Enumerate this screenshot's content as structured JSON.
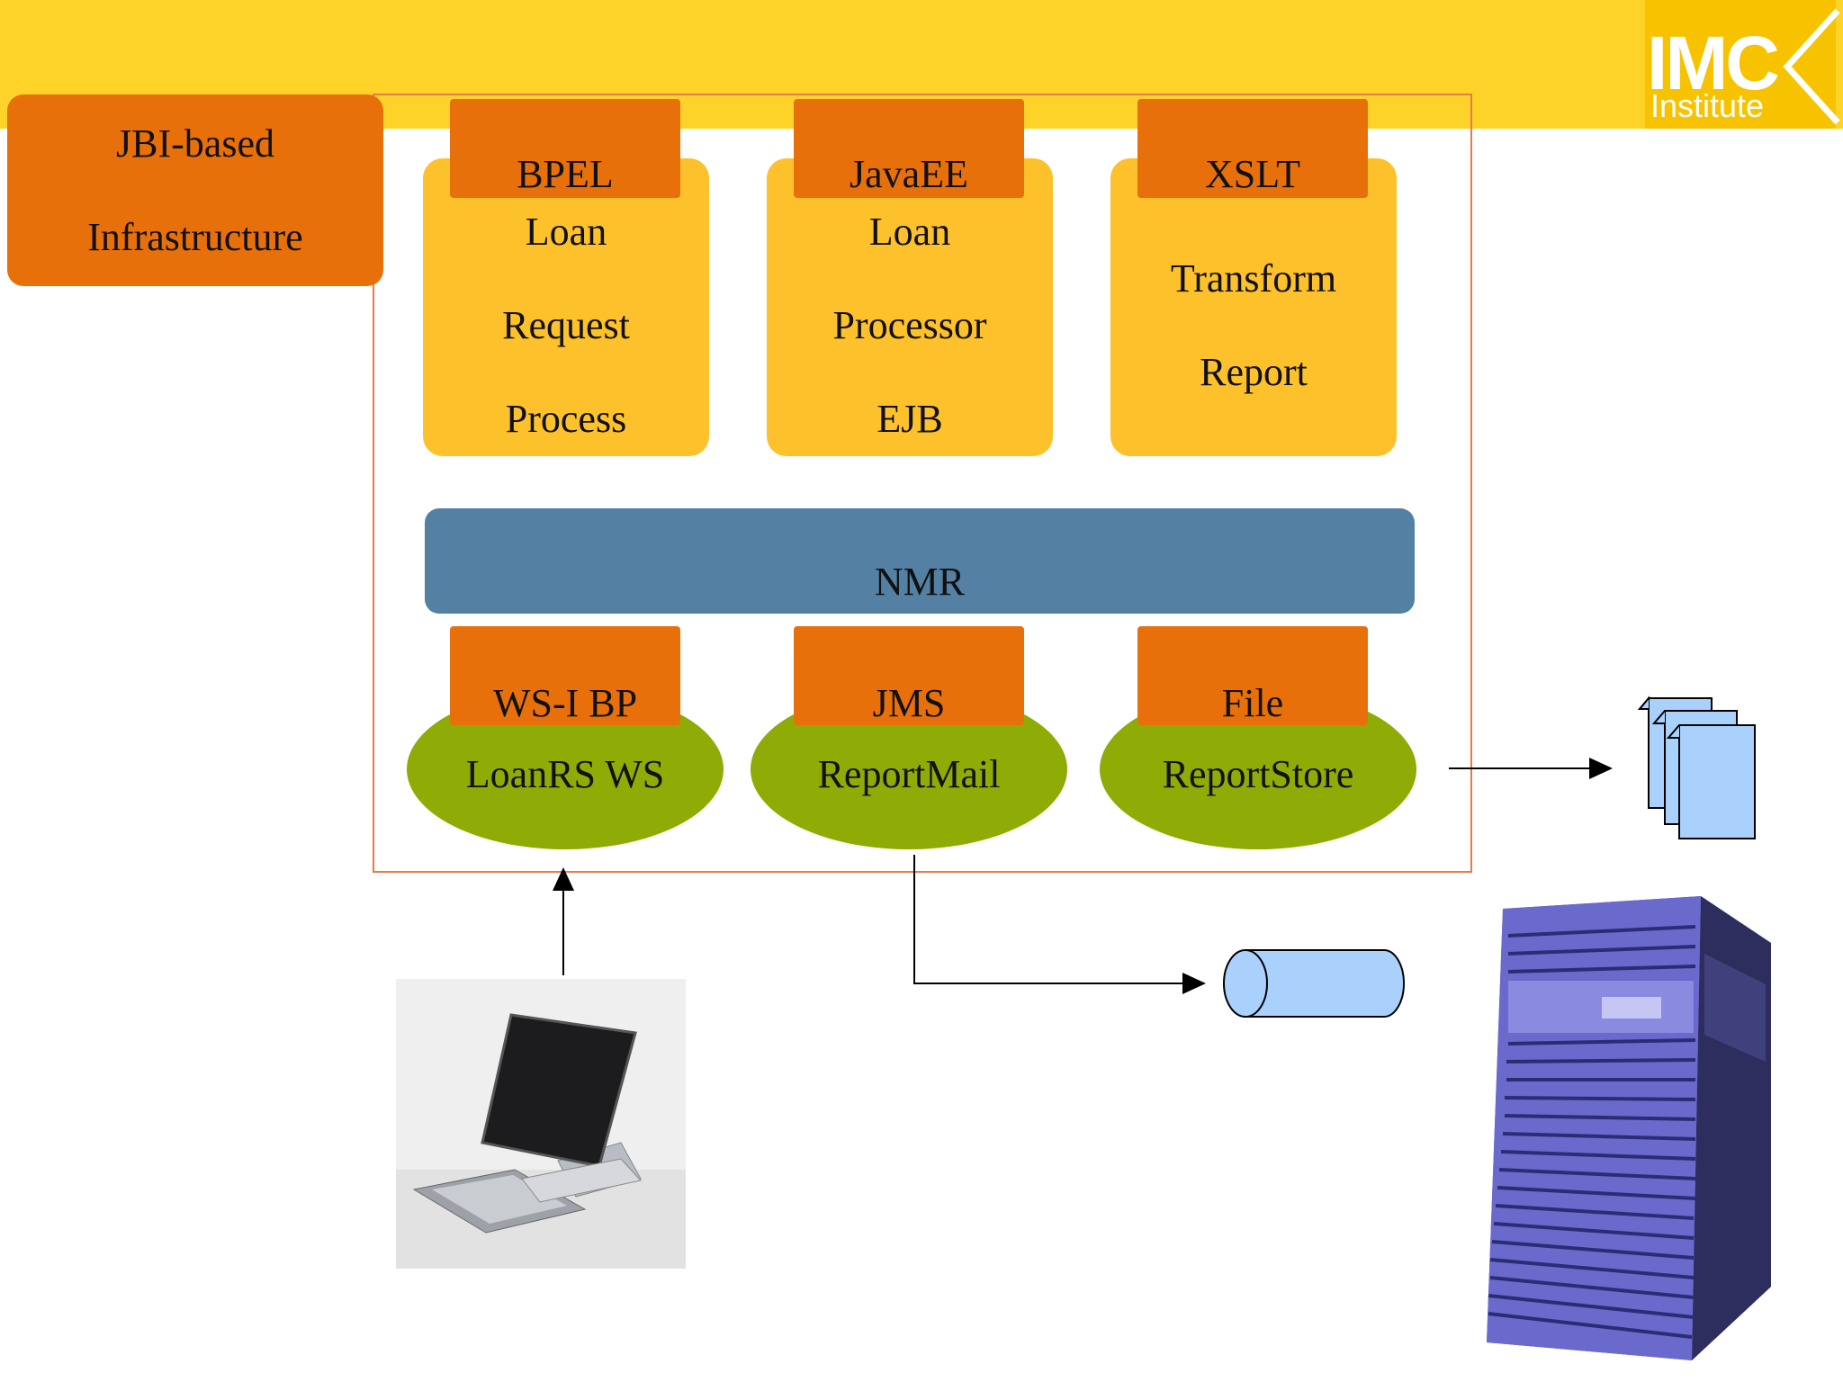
{
  "logo": {
    "name": "IMC",
    "subtitle": "Institute"
  },
  "jbi": {
    "line1": "JBI-based",
    "line2": "Infrastructure"
  },
  "service_engines": [
    {
      "tab": "BPEL",
      "lines": [
        "Loan",
        "Request",
        "Process"
      ]
    },
    {
      "tab": "JavaEE",
      "lines": [
        "Loan",
        "Processor",
        "EJB"
      ]
    },
    {
      "tab": "XSLT",
      "lines": [
        "Transform",
        "Report"
      ]
    }
  ],
  "nmr": {
    "label": "NMR"
  },
  "binding_components": [
    {
      "tab": "WS-I BP",
      "label": "LoanRS WS"
    },
    {
      "tab": "JMS",
      "label": "ReportMail"
    },
    {
      "tab": "File",
      "label": "ReportStore"
    }
  ],
  "colors": {
    "banner": "#fdd329",
    "orange": "#e8700a",
    "yellow_box": "#fdc12b",
    "nmr_blue": "#5480a4",
    "green": "#8fab06",
    "light_blue": "#a9d1fb"
  },
  "icons": [
    "desktop-computer-icon",
    "queue-cylinder-icon",
    "document-stack-icon",
    "server-tower-icon"
  ]
}
